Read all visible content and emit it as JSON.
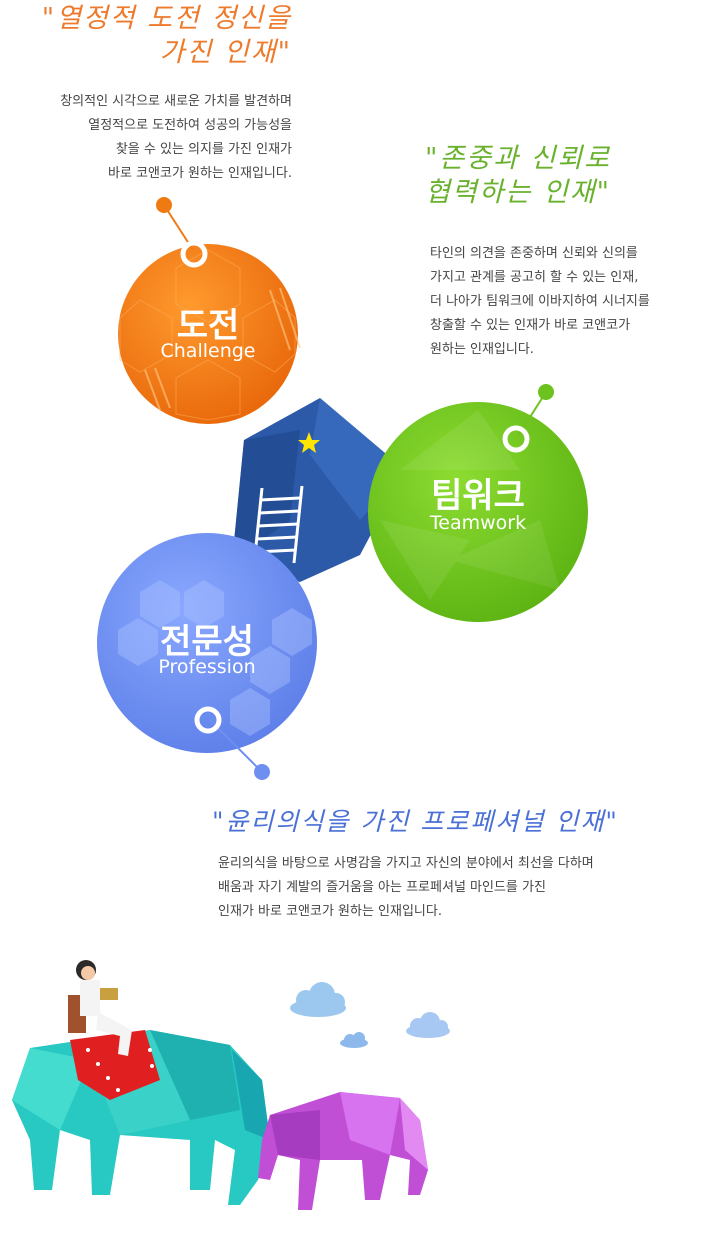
{
  "challenge": {
    "heading_line1": "\"열정적 도전 정신을",
    "heading_line2": "가진 인재\"",
    "body": [
      "창의적인 시각으로 새로운 가치를 발견하며",
      "열정적으로 도전하여 성공의 가능성을",
      "찾을 수 있는 의지를 가진 인재가",
      "바로 코앤코가 원하는 인재입니다."
    ],
    "title_kor": "도전",
    "title_eng": "Challenge",
    "color": "#f07a12"
  },
  "teamwork": {
    "heading_line1": "\"존중과 신뢰로",
    "heading_line2": "협력하는 인재\"",
    "body": [
      "타인의 의견을 존중하며 신뢰와 신의를",
      "가지고 관계를 공고히 할 수 있는 인재,",
      "더 나아가 팀워크에 이바지하여 시너지를",
      "창출할 수 있는 인재가 바로 코앤코가",
      "원하는 인재입니다."
    ],
    "title_kor": "팀워크",
    "title_eng": "Teamwork",
    "color": "#6cc21e"
  },
  "profession": {
    "heading": "\"윤리의식을 가진 프로페셔널 인재\"",
    "body": [
      "윤리의식을 바탕으로 사명감을 가지고 자신의 분야에서 최선을 다하며",
      "배움과 자기 계발의 즐거움을 아는 프로페셔널 마인드를 가진",
      "인재가 바로 코앤코가 원하는 인재입니다."
    ],
    "title_kor": "전문성",
    "title_eng": "Profession",
    "color": "#6e8ff0"
  },
  "colors": {
    "orange_heading": "#ee7a2c",
    "green_heading": "#6ab22e",
    "blue_heading": "#4a6fd6",
    "center_polygon": "#2c5aa8",
    "elephant_big": "#27c9c2",
    "elephant_small": "#c04fd6",
    "saddle": "#e02020"
  },
  "icons": [
    "target-ring-icon",
    "star-icon",
    "ladder-icon",
    "cloud-icon",
    "elephant-illustration"
  ]
}
